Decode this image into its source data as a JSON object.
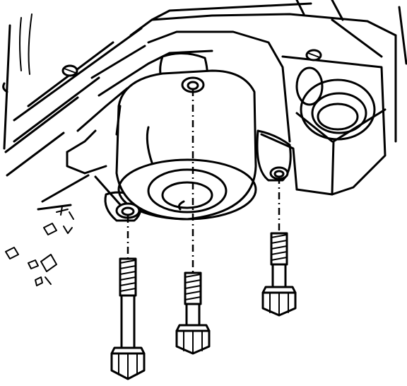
{
  "figure": {
    "subject": "solenoid-assembly-bolt-removal",
    "parts": [
      "housing",
      "solenoid",
      "mounting-bolt",
      "bolt-hole"
    ],
    "bolt_count": 3
  },
  "colors": {
    "ink": "#000000",
    "paper": "#ffffff"
  }
}
